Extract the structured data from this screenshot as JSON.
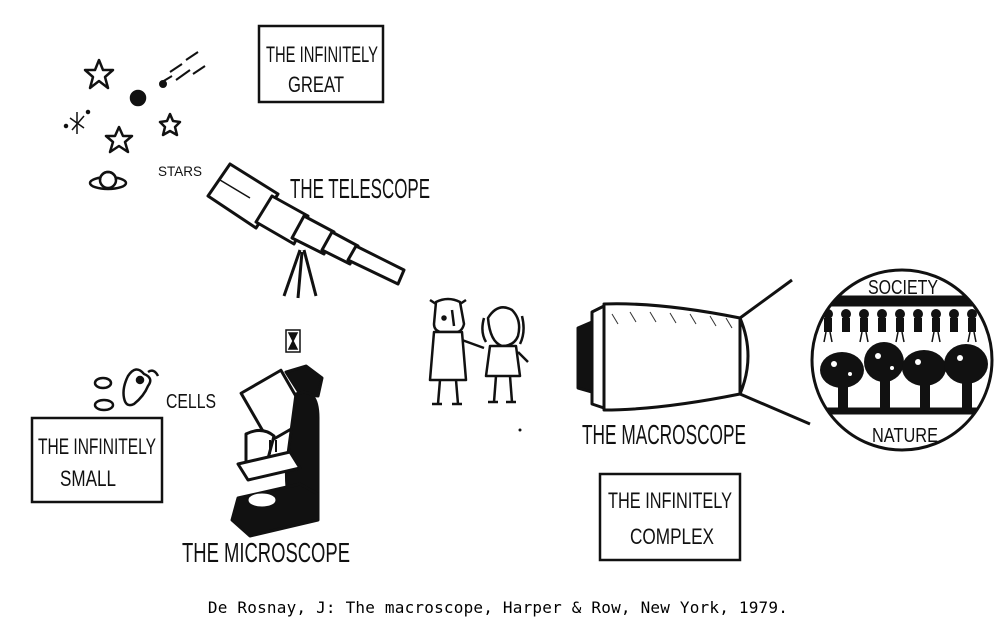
{
  "labels": {
    "infinitely_great": [
      "THE INFINITELY",
      "GREAT"
    ],
    "stars": "STARS",
    "telescope": "THE TELESCOPE",
    "cells": "CELLS",
    "infinitely_small": [
      "THE INFINITELY",
      "SMALL"
    ],
    "microscope": "THE MICROSCOPE",
    "macroscope": "THE MACROSCOPE",
    "infinitely_complex": [
      "THE INFINITELY",
      "COMPLEX"
    ],
    "society": "SOCIETY",
    "nature": "NATURE"
  },
  "caption": "De Rosnay, J: The macroscope, Harper & Row, New York, 1979.",
  "icons": {
    "cursor": "hourglass-cursor-icon"
  }
}
